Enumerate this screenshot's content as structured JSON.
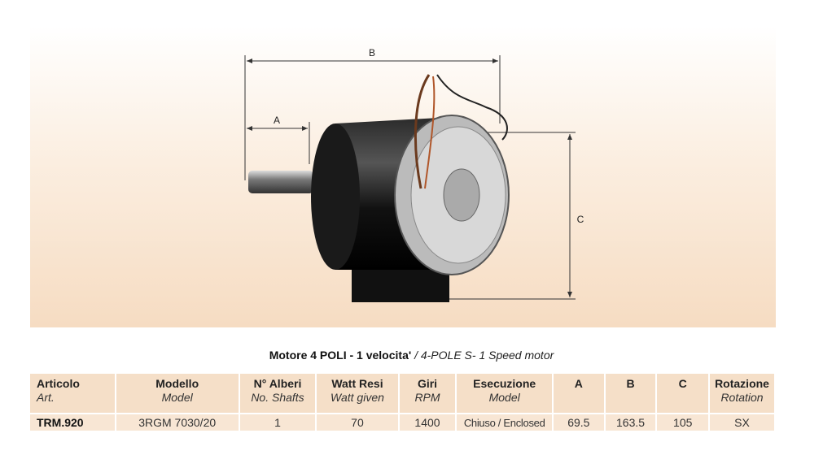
{
  "diagram": {
    "dim_a": "A",
    "dim_b": "B",
    "dim_c": "C"
  },
  "title": {
    "italian": "Motore 4 POLI - 1 velocita'",
    "separator": "/",
    "english": "4-POLE S- 1 Speed motor"
  },
  "table": {
    "headers": [
      {
        "it": "Articolo",
        "en": "Art."
      },
      {
        "it": "Modello",
        "en": "Model"
      },
      {
        "it": "N° Alberi",
        "en": "No. Shafts"
      },
      {
        "it": "Watt Resi",
        "en": "Watt given"
      },
      {
        "it": "Giri",
        "en": "RPM"
      },
      {
        "it": "Esecuzione",
        "en": "Model"
      },
      {
        "it": "A",
        "en": ""
      },
      {
        "it": "B",
        "en": ""
      },
      {
        "it": "C",
        "en": ""
      },
      {
        "it": "Rotazione",
        "en": "Rotation"
      }
    ],
    "rows": [
      [
        "TRM.920",
        "3RGM 7030/20",
        "1",
        "70",
        "1400",
        "Chiuso / Enclosed",
        "69.5",
        "163.5",
        "105",
        "SX"
      ]
    ]
  }
}
